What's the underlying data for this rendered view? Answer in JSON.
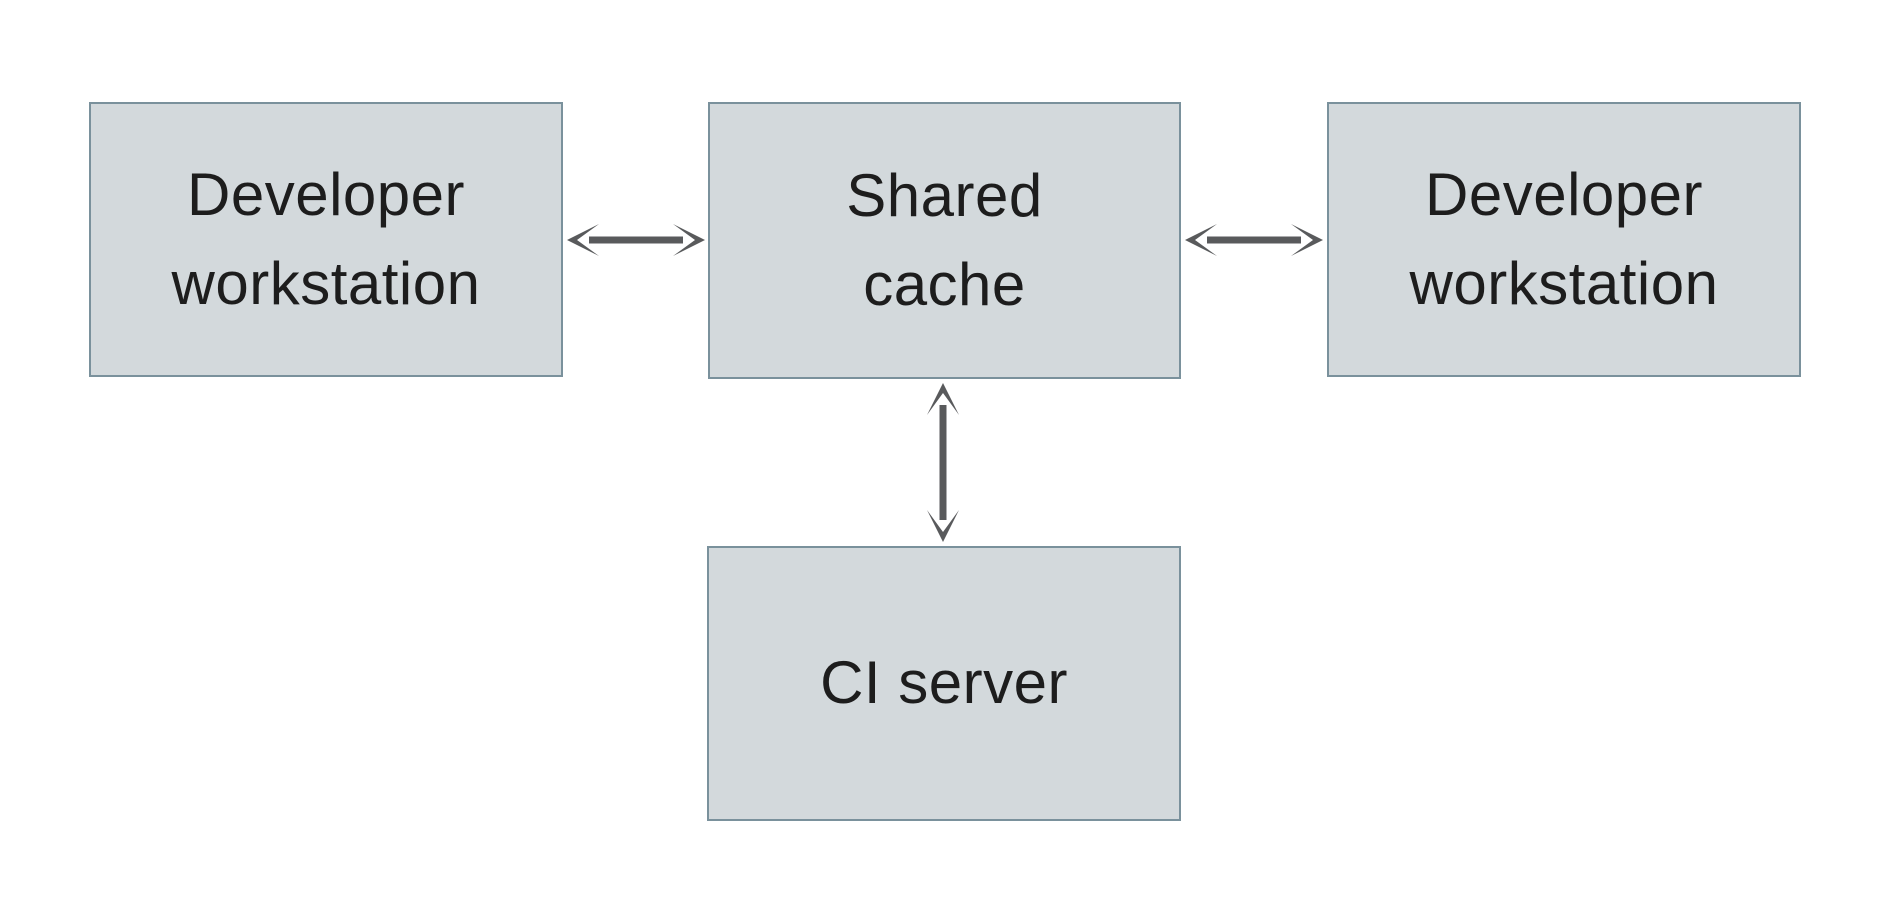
{
  "diagram": {
    "nodes": [
      {
        "id": "developer-workstation-left",
        "label": "Developer\nworkstation"
      },
      {
        "id": "shared-cache",
        "label": "Shared\ncache"
      },
      {
        "id": "developer-workstation-right",
        "label": "Developer\nworkstation"
      },
      {
        "id": "ci-server",
        "label": "CI server"
      }
    ],
    "edges": [
      {
        "from": "developer-workstation-left",
        "to": "shared-cache",
        "direction": "bidirectional"
      },
      {
        "from": "shared-cache",
        "to": "developer-workstation-right",
        "direction": "bidirectional"
      },
      {
        "from": "shared-cache",
        "to": "ci-server",
        "direction": "bidirectional"
      }
    ],
    "colors": {
      "node_fill": "#d3d9dc",
      "node_border": "#7a919c",
      "arrow": "#595a5c",
      "text": "#1d1d1d",
      "background": "#ffffff"
    }
  }
}
